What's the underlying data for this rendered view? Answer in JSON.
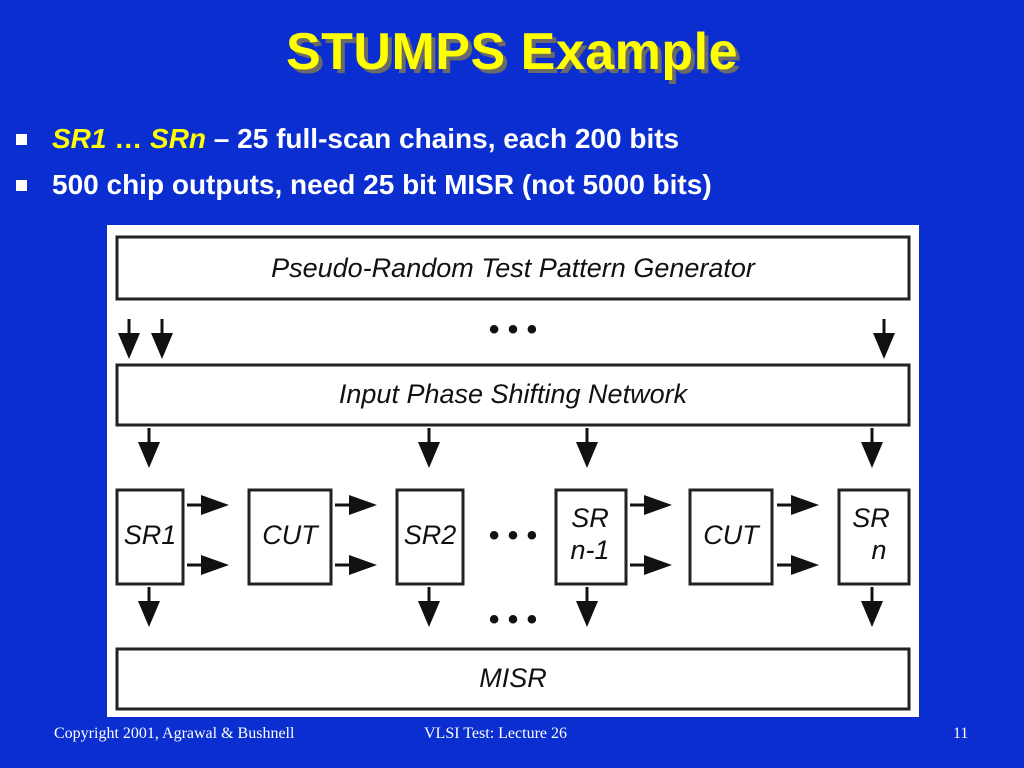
{
  "slide": {
    "title": "STUMPS Example",
    "bullets": [
      {
        "part1": "SR1",
        "part2": " … ",
        "part3": "SRn",
        "part4": " – 25 full-scan chains, each 200 bits"
      },
      {
        "text": "500 chip outputs, need 25 bit MISR (not 5000 bits)"
      }
    ]
  },
  "diagram": {
    "prpg": "Pseudo-Random Test Pattern Generator",
    "psn": "Input Phase Shifting Network",
    "sr1": "SR1",
    "cut1": "CUT",
    "sr2": "SR2",
    "srn1_line1": "SR",
    "srn1_line2": "n-1",
    "cut2": "CUT",
    "srn_line1": "SR",
    "srn_line2": "n",
    "misr": "MISR",
    "ellipsis": "• • •"
  },
  "footer": {
    "copyright": "Copyright 2001, Agrawal & Bushnell",
    "course": "VLSI Test: Lecture 26",
    "page": "11"
  },
  "colors": {
    "background": "#0A2ED0",
    "title": "#FFFF00",
    "text": "#FFFFFF"
  }
}
